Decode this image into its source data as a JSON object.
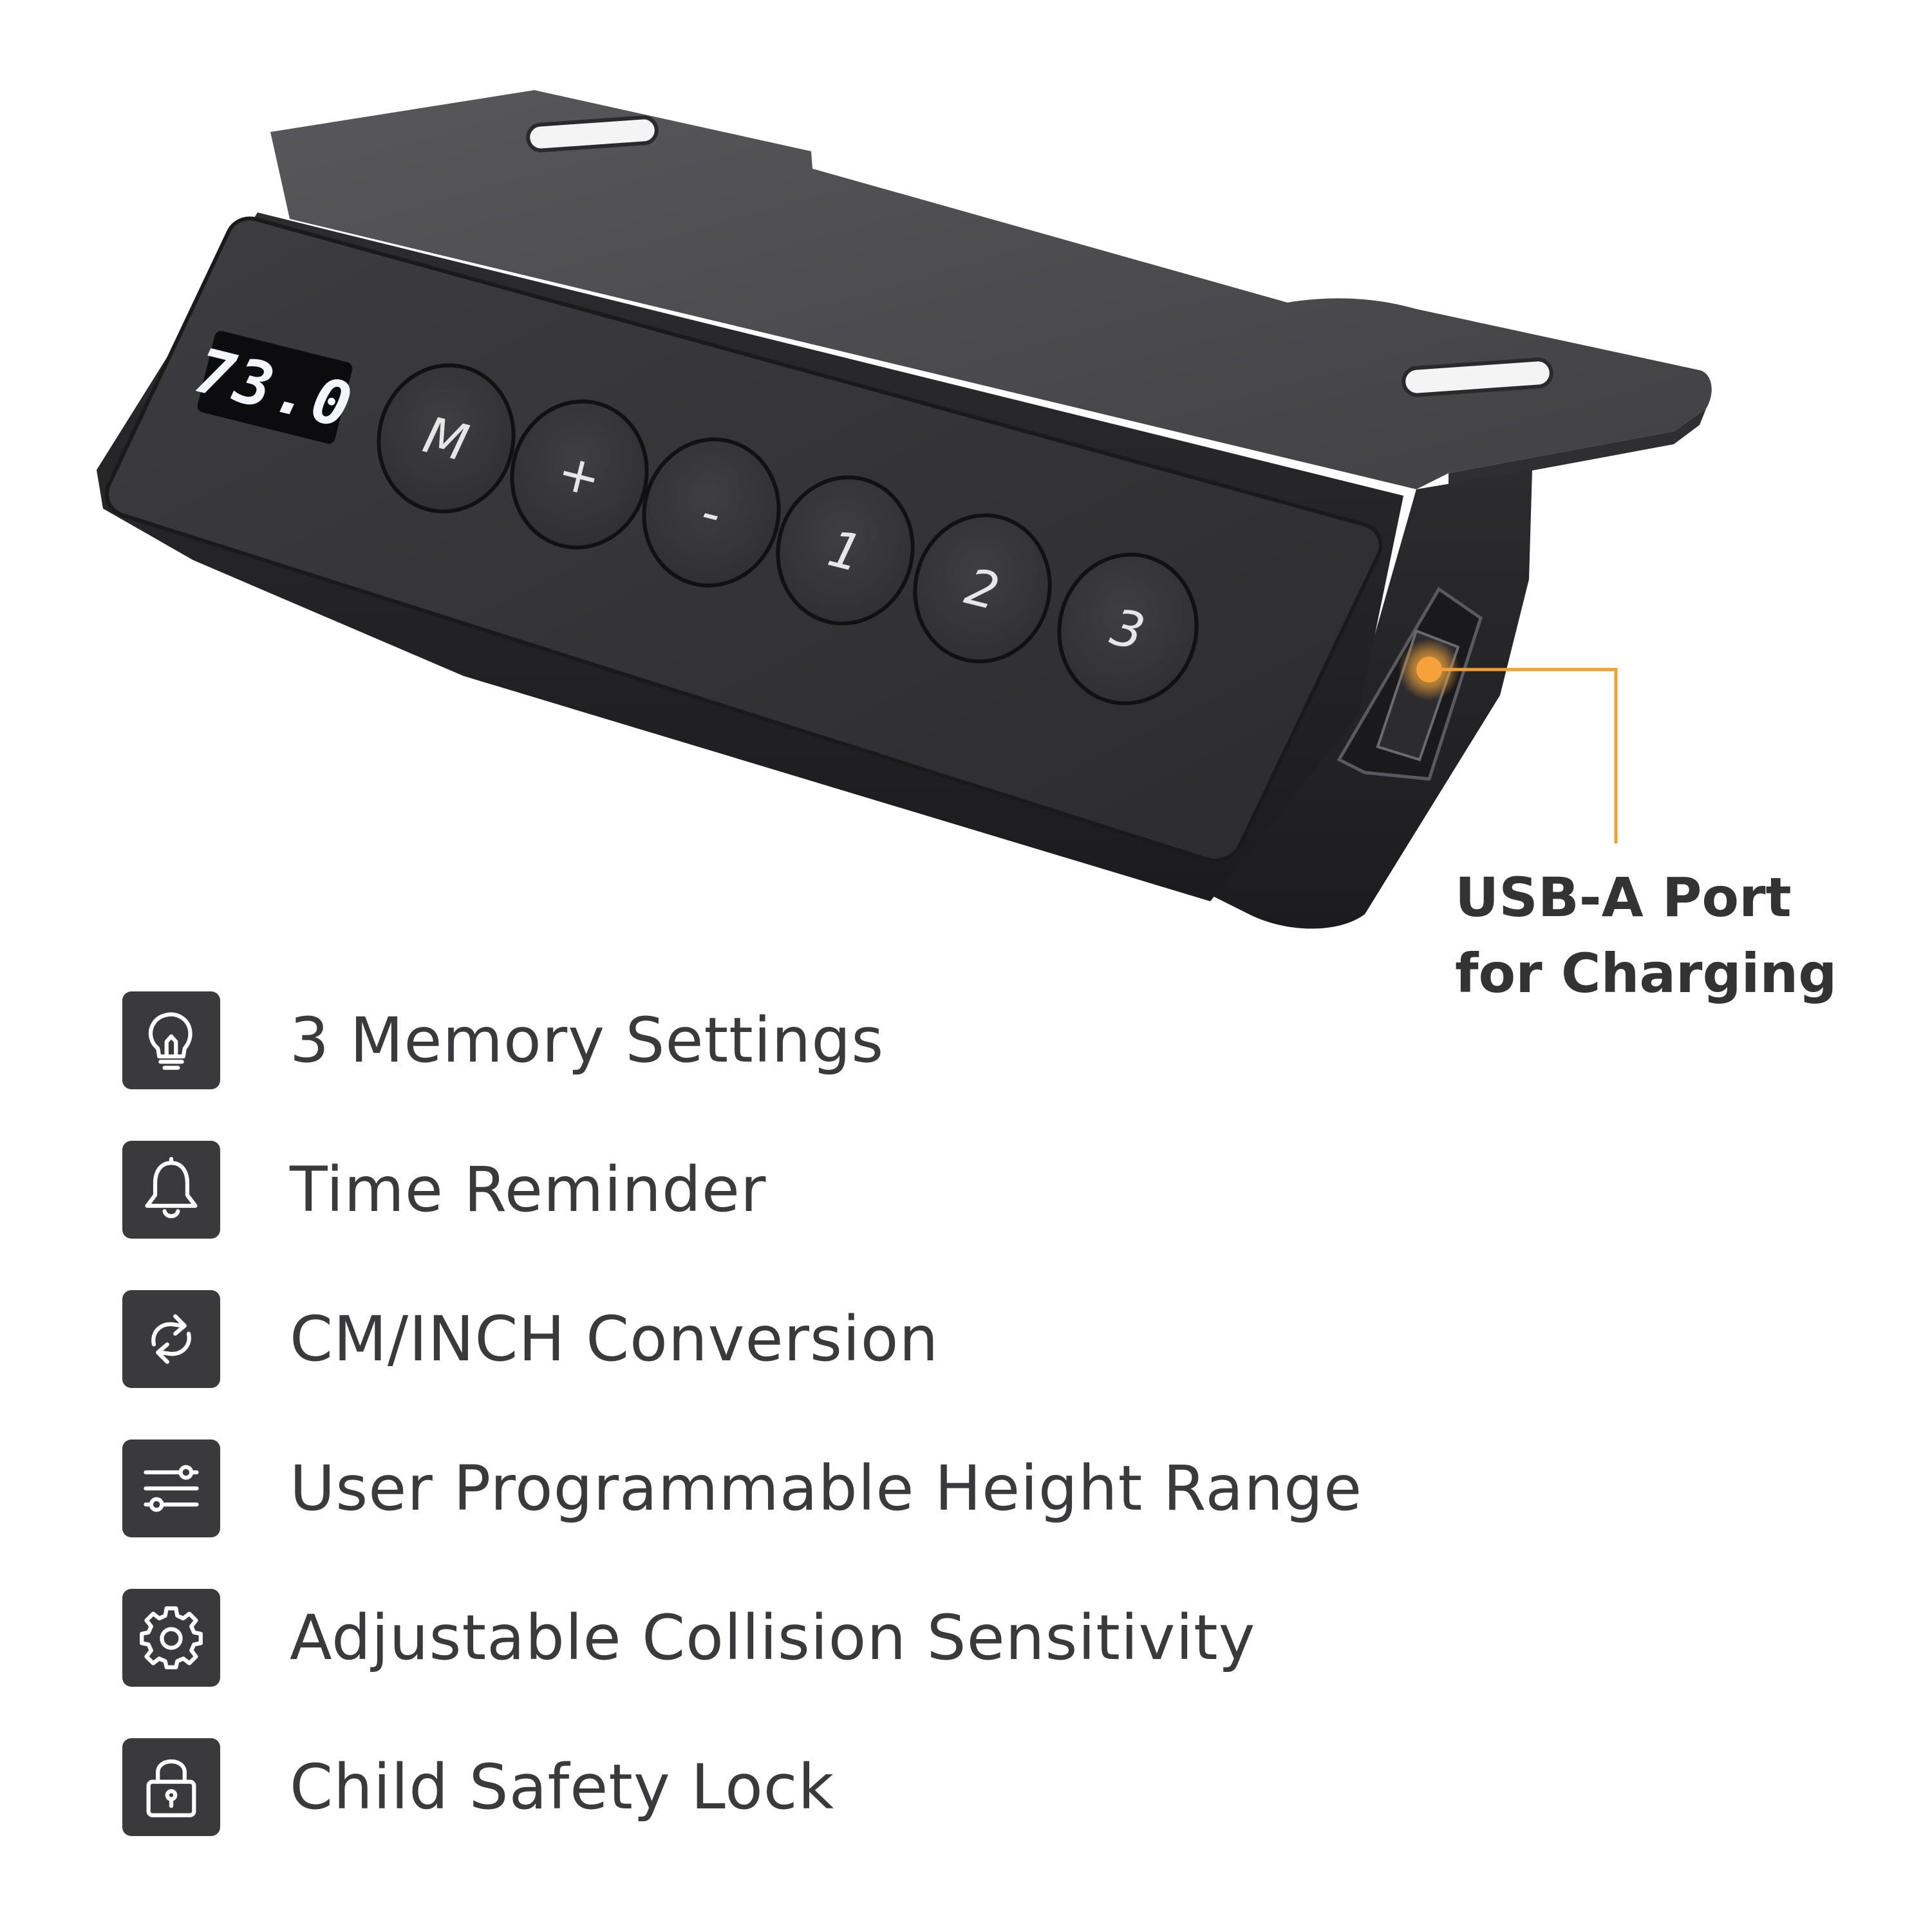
{
  "device": {
    "display_value": "73.0",
    "buttons": [
      "M",
      "+",
      "-",
      "1",
      "2",
      "3"
    ]
  },
  "callout": {
    "line1": "USB-A Port",
    "line2": "for Charging",
    "accent_color": "#f0a030"
  },
  "features": [
    {
      "icon": "lightbulb-icon",
      "label": "3 Memory Settings"
    },
    {
      "icon": "bell-icon",
      "label": "Time Reminder"
    },
    {
      "icon": "refresh-arrows-icon",
      "label": "CM/INCH Conversion"
    },
    {
      "icon": "sliders-icon",
      "label": "User Programmable Height Range"
    },
    {
      "icon": "gear-icon",
      "label": "Adjustable Collision Sensitivity"
    },
    {
      "icon": "padlock-icon",
      "label": "Child Safety Lock"
    }
  ],
  "colors": {
    "icon_tile": "#3a3a3c",
    "text": "#3a3a3c",
    "device_body": "#2b2b2e",
    "bracket": "#4a4a4d"
  }
}
